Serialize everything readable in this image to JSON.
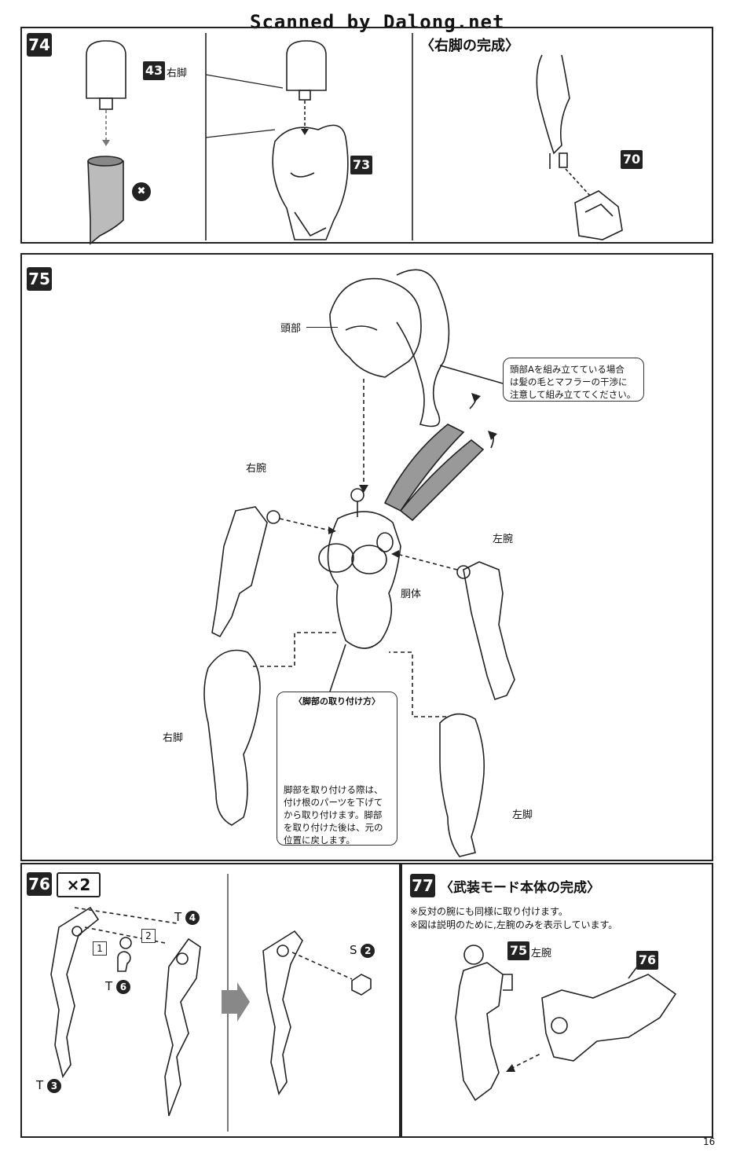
{
  "watermark": "Scanned by Dalong.net",
  "page_number": "16",
  "step74": {
    "number": "74",
    "subtitle": "〈右脚の完成〉",
    "part43": "43",
    "label_right_leg": "右脚",
    "part73": "73",
    "part70": "70",
    "ng_mark": "✖"
  },
  "step75": {
    "number": "75",
    "head": "頭部",
    "right_arm": "右腕",
    "left_arm": "左腕",
    "torso": "胴体",
    "right_leg": "右脚",
    "left_leg": "左脚",
    "note": [
      "頭部Aを組み立てている場合",
      "は髪の毛とマフラーの干渉に",
      "注意して組み立ててください。"
    ],
    "attach_title": "〈脚部の取り付け方〉",
    "attach_text": [
      "脚部を取り付ける際は、",
      "付け根のパーツを下げて",
      "から取り付けます。脚部",
      "を取り付けた後は、元の",
      "位置に戻します。"
    ]
  },
  "step76": {
    "number": "76",
    "multiplier": "×2",
    "t4": "T",
    "t4n": "4",
    "t6": "T",
    "t6n": "6",
    "t3": "T",
    "t3n": "3",
    "s2": "S",
    "s2n": "2",
    "box1": "1",
    "box2": "2"
  },
  "step77": {
    "number": "77",
    "title": "〈武装モード本体の完成〉",
    "note1": "※反対の腕にも同様に取り付けます。",
    "note2": "※図は説明のために,左腕のみを表示しています。",
    "part75": "75",
    "left_arm": "左腕",
    "part76": "76"
  }
}
